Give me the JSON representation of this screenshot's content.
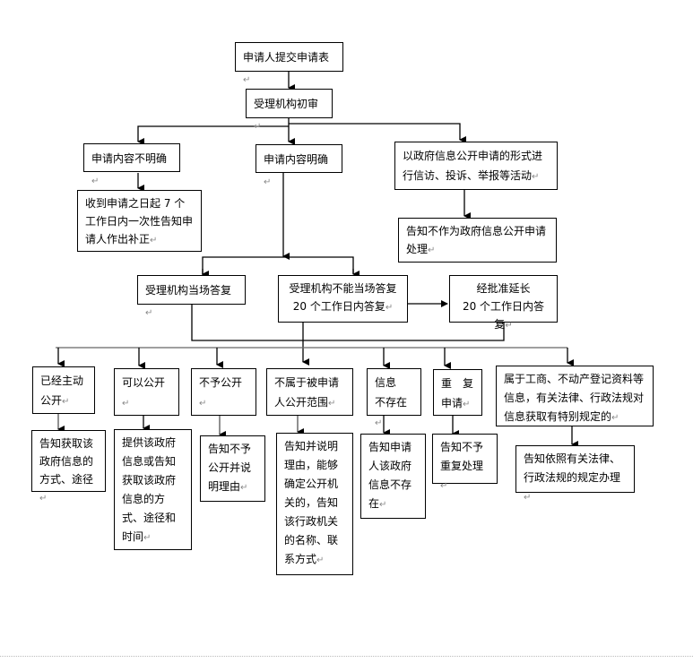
{
  "flowchart": {
    "nodes": {
      "submit": "申请人提交申请表",
      "initial_review": "受理机构初审",
      "unclear": "申请内容不明确",
      "clear": "申请内容明确",
      "petition": "以政府信息公开申请的形式进行信访、投诉、举报等活动",
      "notify_correction": "收到申请之日起 7 个工作日内一次性告知申请人作出补正",
      "not_handled": "告知不作为政府信息公开申请处理",
      "reply_on_spot": "受理机构当场答复",
      "reply_later": "受理机构不能当场答复\n20 个工作日内答复",
      "extension": "经批准延长\n20 个工作日内答复",
      "already_public": "已经主动公开",
      "can_disclose": "可以公开",
      "not_disclose": "不予公开",
      "out_of_scope": "不属于被申请人公开范围",
      "not_exist": "信息\n不存在",
      "duplicate": "重　复\n申请",
      "special_rules": "属于工商、不动产登记资料等信息，有关法律、行政法规对信息获取有特别规定的",
      "r_already_public": "告知获取该政府信息的方式、途径",
      "r_can_disclose": "提供该政府信息或告知获取该政府信息的方式、途径和时间",
      "r_not_disclose": "告知不予公开并说明理由",
      "r_out_of_scope": "告知并说明理由，能够确定公开机关的，告知该行政机关的名称、联系方式",
      "r_not_exist": "告知申请人该政府信息不存在",
      "r_duplicate": "告知不予重复处理",
      "r_special_rules": "告知依照有关法律、行政法规的规定办理"
    },
    "paragraph_mark": "↵"
  }
}
